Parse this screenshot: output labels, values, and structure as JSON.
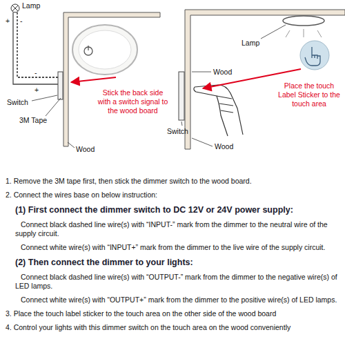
{
  "diagram": {
    "labels": [
      "Lamp",
      "+",
      "-",
      "-",
      "+",
      "Switch",
      "3M Tape",
      "Wood",
      "Stick the back side with a switch signal to the wood board",
      "Lamp",
      "Wood",
      "Place the touch Label Sticker to the touch area",
      "Switch",
      "Wood",
      "1. Remove the 3M tape first, then stick the dimmer switch to the wood board.",
      "2. Connect the wires base on below instruction:",
      "(1) First connect the dimmer switch to DC 12V or 24V power supply:",
      "Connect black dashed line wire(s) with “INPUT-” mark from the dimmer to the neutral wire of the supply circuit.",
      "Connect white wire(s) with “INPUT+” mark from the dimmer to the live wire of the supply circuit.",
      "(2) Then connect the dimmer to your lights:",
      "Connect black dashed line wire(s) with “OUTPUT-” mark from the dimmer to the negative wire(s) of LED lamps.",
      "Connect white wire(s) with “OUTPUT+” mark from the dimmer to the positive wire(s) of LED lamps.",
      "3. Place the touch label sticker to the touch area on the other side of the wood board",
      "4. Control your lights with this dimmer switch on the touch area on the wood conveniently"
    ]
  }
}
